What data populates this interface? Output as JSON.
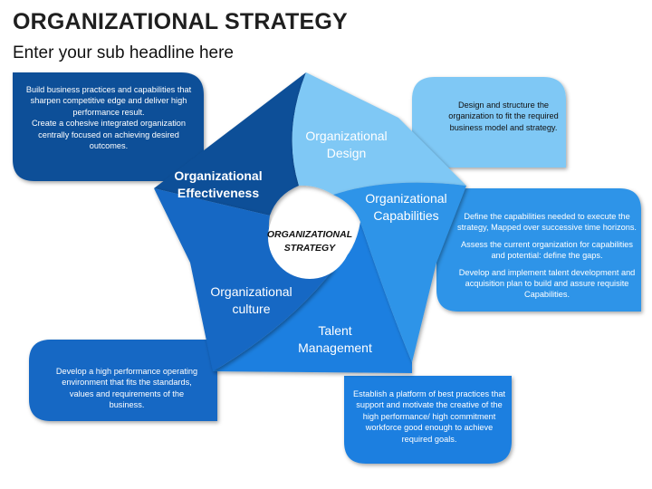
{
  "header": {
    "title": "ORGANIZATIONAL STRATEGY",
    "subtitle": "Enter your sub headline here"
  },
  "center": {
    "line1": "ORGANIZATIONAL",
    "line2": "STRATEGY"
  },
  "segments": {
    "effectiveness": {
      "line1": "Organizational",
      "line2": "Effectiveness",
      "color": "#0d4f98"
    },
    "design": {
      "line1": "Organizational",
      "line2": "Design",
      "color": "#7fc8f5"
    },
    "capabilities": {
      "line1": "Organizational",
      "line2": "Capabilities",
      "color": "#2f94e8"
    },
    "talent": {
      "line1": "Talent",
      "line2": "Management",
      "color": "#1a7fe0"
    },
    "culture": {
      "line1": "Organizational",
      "line2": "culture",
      "color": "#1368c4"
    }
  },
  "callouts": {
    "effectiveness": {
      "line1": "Build business practices and capabilities that sharpen competitive edge and deliver high performance result.",
      "line2": "Create a cohesive integrated organization centrally focused  on achieving desired outcomes."
    },
    "design": {
      "text": "Design and structure the organization to fit the required business model and strategy."
    },
    "capabilities": {
      "p1": "Define the capabilities needed to execute the strategy, Mapped over successive time horizons.",
      "p2": "Assess the current organization for capabilities and potential: define the gaps.",
      "p3": "Develop and implement talent development and acquisition plan to build and assure requisite Capabilities."
    },
    "culture": {
      "text": "Develop a high performance operating environment that fits the standards, values and requirements of the business."
    },
    "talent": {
      "text": "Establish a platform of best practices that support and motivate the creative of the high performance/ high commitment workforce good enough to achieve required goals."
    }
  }
}
